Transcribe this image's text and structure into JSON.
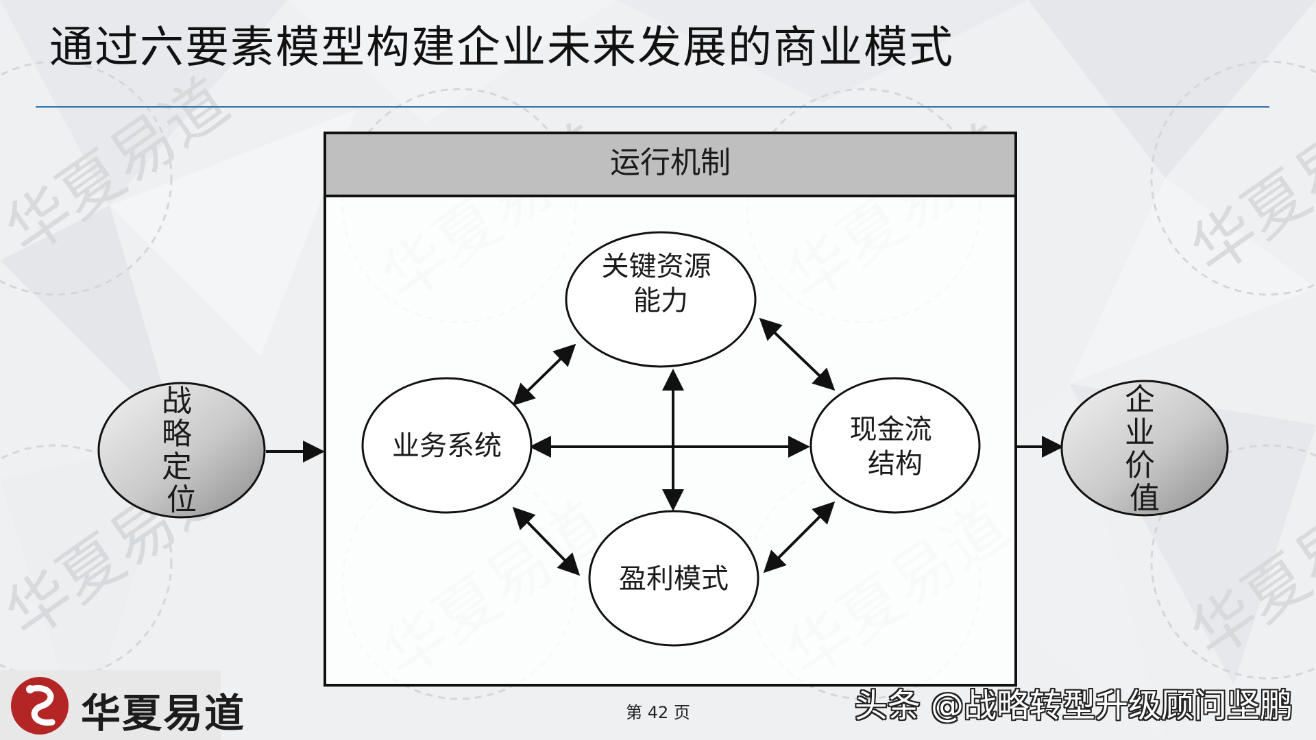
{
  "title": "通过六要素模型构建企业未来发展的商业模式",
  "diagram": {
    "header": "运行机制",
    "left_node": "战略定位",
    "right_node": "企业价值",
    "nodes": {
      "resources_line1": "关键资源",
      "resources_line2": "能力",
      "business_system": "业务系统",
      "cashflow_line1": "现金流",
      "cashflow_line2": "结构",
      "profit_model": "盈利模式"
    }
  },
  "watermark": "华夏易道",
  "page_number": "第 42 页",
  "logo": {
    "text": "华夏易道"
  },
  "credit": "头条 @战略转型升级顾问坚鹏",
  "colors": {
    "title_rule": "#2d6fa8",
    "header_fill": "#bfbfbf",
    "logo_red": "#b42525"
  }
}
